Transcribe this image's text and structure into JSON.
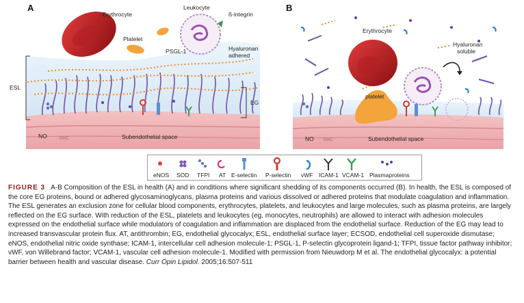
{
  "panels": {
    "a": {
      "label": "A",
      "erythrocyte": "Erythrocyte",
      "leukocyte": "Leukocyte",
      "platelet": "Platelet",
      "b_integrin": "ß-integrin",
      "psgl1": "PSGL-1",
      "hyaluronan_1": "Hyaluronan",
      "hyaluronan_2": "adhered",
      "esl": "ESL",
      "eg": "EG",
      "no": "NO",
      "smc": "SMC",
      "subendothelial": "Subendothelial space"
    },
    "b": {
      "label": "B",
      "erythrocyte": "Erythrocyte",
      "platelet": "platelet",
      "hyaluronan_1": "Hyaluronan",
      "hyaluronan_2": "soluble",
      "no": "NO",
      "smc": "SMC",
      "subendothelial": "Subendothelial space"
    }
  },
  "legend": {
    "items": [
      {
        "label": "eNOS",
        "icon": "enos-icon",
        "color": "#d9443a"
      },
      {
        "label": "SOD",
        "icon": "sod-icon",
        "color": "#7d5ab5"
      },
      {
        "label": "TFPI",
        "icon": "tfpi-icon",
        "color": "#5d6fc4"
      },
      {
        "label": "AT",
        "icon": "at-icon",
        "color": "#d6357a"
      },
      {
        "label": "E-selectin",
        "icon": "e-selectin-icon",
        "color": "#5c8fd0"
      },
      {
        "label": "P-selectin",
        "icon": "p-selectin-icon",
        "color": "#d23a2a"
      },
      {
        "label": "vWF",
        "icon": "vwf-icon",
        "color": "#2b7fd8"
      },
      {
        "label": "ICAM-1",
        "icon": "icam-icon",
        "color": "#333333"
      },
      {
        "label": "VCAM-1",
        "icon": "vcam-icon",
        "color": "#3f9a57"
      },
      {
        "label": "Plasmaproteins",
        "icon": "plasmaproteins-icon",
        "color": "#5b3fb0"
      }
    ]
  },
  "caption": {
    "figure_label": "FIGURE 3",
    "text": "A-B Composition of the ESL in health (A) and in conditions where significant shedding of its components occurred (B). In health, the ESL is composed of the core EG proteins, bound or adhered glycosaminoglycans, plasma proteins and various dissolved or adhered proteins that modulate coagulation and inflammation. The ESL generates an exclusion zone for cellular blood components, erythrocytes, platelets, and leukocytes and large molecules, such as plasma proteins, are largely reflected on the EG surface. With reduction of the ESL, platelets and leukocytes (eg, monocytes, neutrophils) are allowed to interact with adhesion molecules expressed on the endothelial surface while modulators of coagulation and inflammation are displaced from the endothelial surface. Reduction of the EG may lead to increased transvascular protein flux. AT, antithrombin; EG, endothelial glycocalyx; ESL, endothelial surface layer; ECSOD, endothelial cell superoxide dismutase; eNOS, endothelial nitric oxide synthase; ICAM-1, intercellular cell adhesion molecule-1; PSGL-1, P-selectin glycoprotein ligand-1; TFPI, tissue factor pathway inhibitor; vWF, von Willebrand factor; VCAM-1, vascular cell adhesion molecule-1. Modified with permission from Nieuwdorp M et al. The endothelial glycocalyx: a potential barrier between health and vascular disease. ",
    "journal": "Curr Opin Lipidol",
    "citation": ". 2005;16:507-511"
  }
}
